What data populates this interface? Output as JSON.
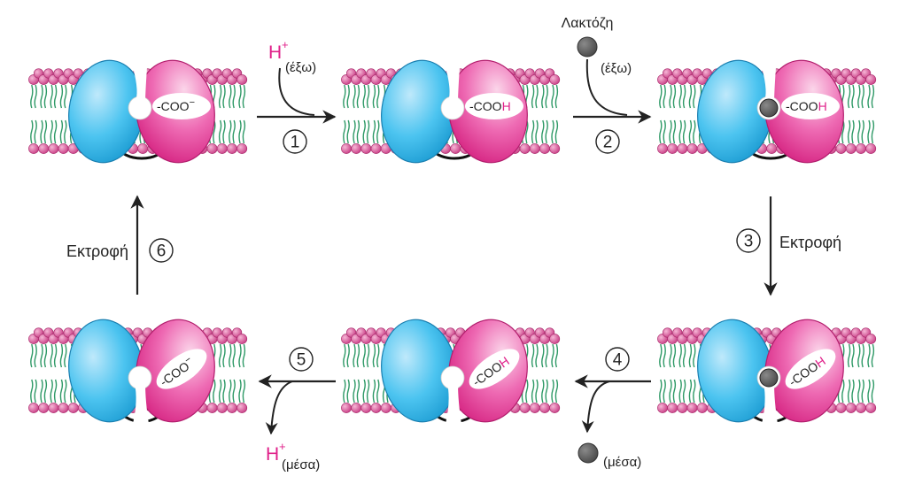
{
  "colors": {
    "blue": "#29b5e8",
    "pink": "#e8399a",
    "lipid_head": "#d9579a",
    "lipid_tail": "#2e9966",
    "lactose": "#5f5f5f",
    "proton": "#e0218a",
    "arrow": "#222222"
  },
  "proton": {
    "symbol": "H",
    "charge": "+"
  },
  "lactose": {
    "label": "Λακτόζη"
  },
  "labels": {
    "outside": "(έξω)",
    "inside": "(μέσα)",
    "flip": "Εκτροφή"
  },
  "group": {
    "deprotonated": "-COO",
    "protonated": "-COO",
    "h": "H",
    "minus": "−"
  },
  "steps": {
    "s1": "1",
    "s2": "2",
    "s3": "3",
    "s4": "4",
    "s5": "5",
    "s6": "6"
  }
}
